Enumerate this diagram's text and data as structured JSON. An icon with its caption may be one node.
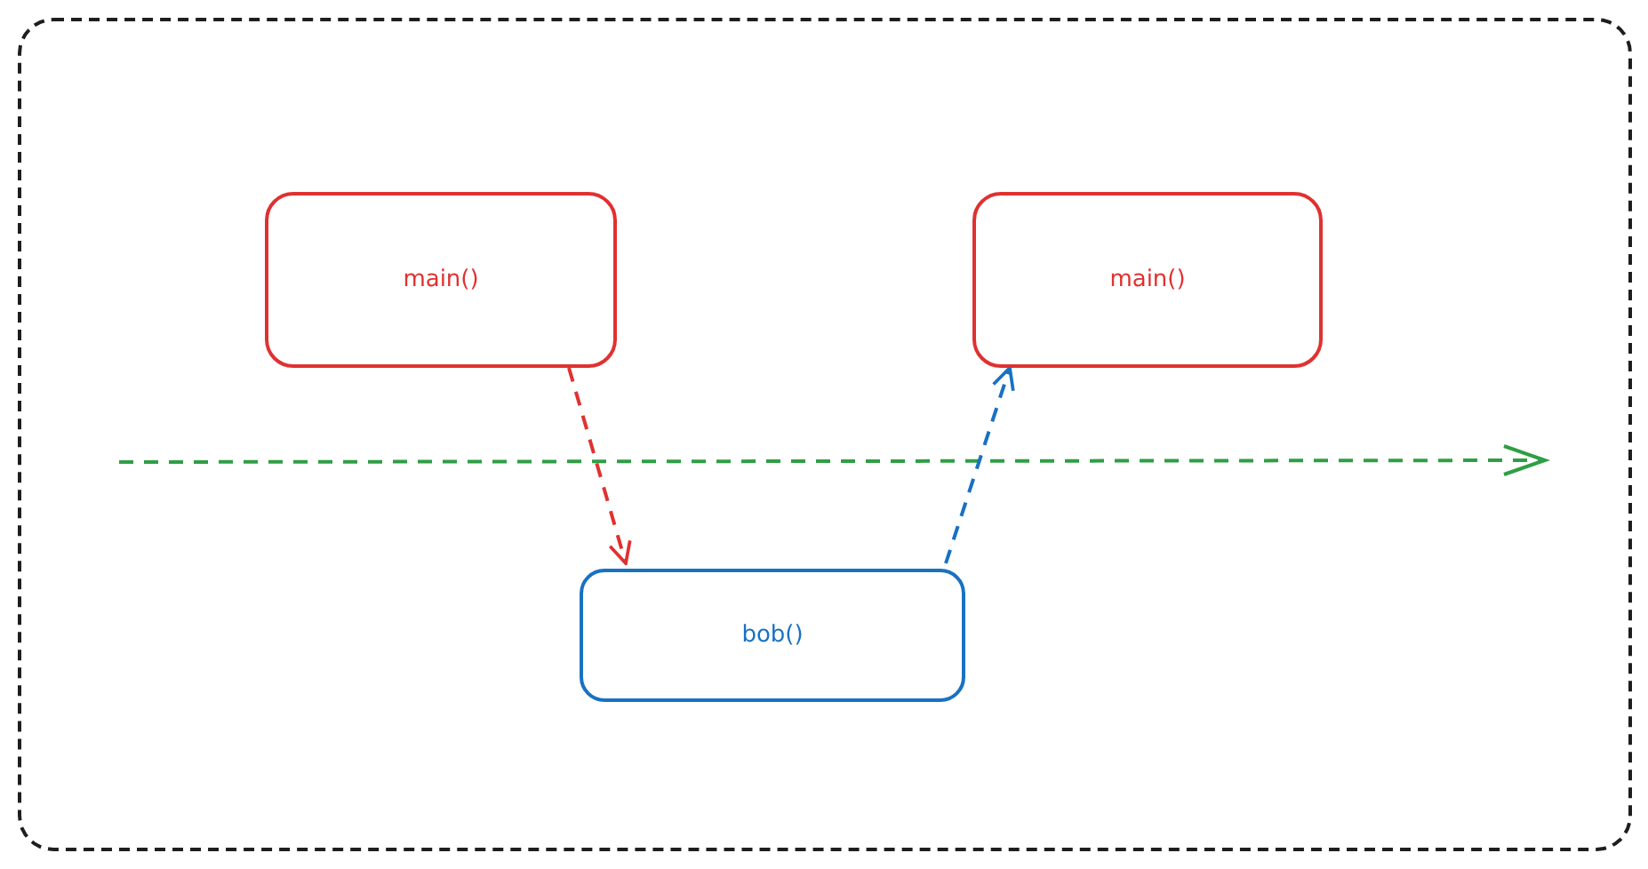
{
  "diagram": {
    "nodes": [
      {
        "text": [],
        "shape": "box"
      },
      {
        "text": [
          "main()"
        ],
        "in": 0
      },
      {
        "text": [
          "main()"
        ],
        "in": 0
      },
      {
        "text": [
          "bob()"
        ],
        "in": 0
      }
    ],
    "edges": [
      {
        "from": 1,
        "to": 3,
        "arrow": "to",
        "style": "dashed",
        "color": "#e03131"
      },
      {
        "from": 3,
        "to": 2,
        "arrow": "to",
        "style": "dashed",
        "color": "#1971c2"
      }
    ]
  }
}
